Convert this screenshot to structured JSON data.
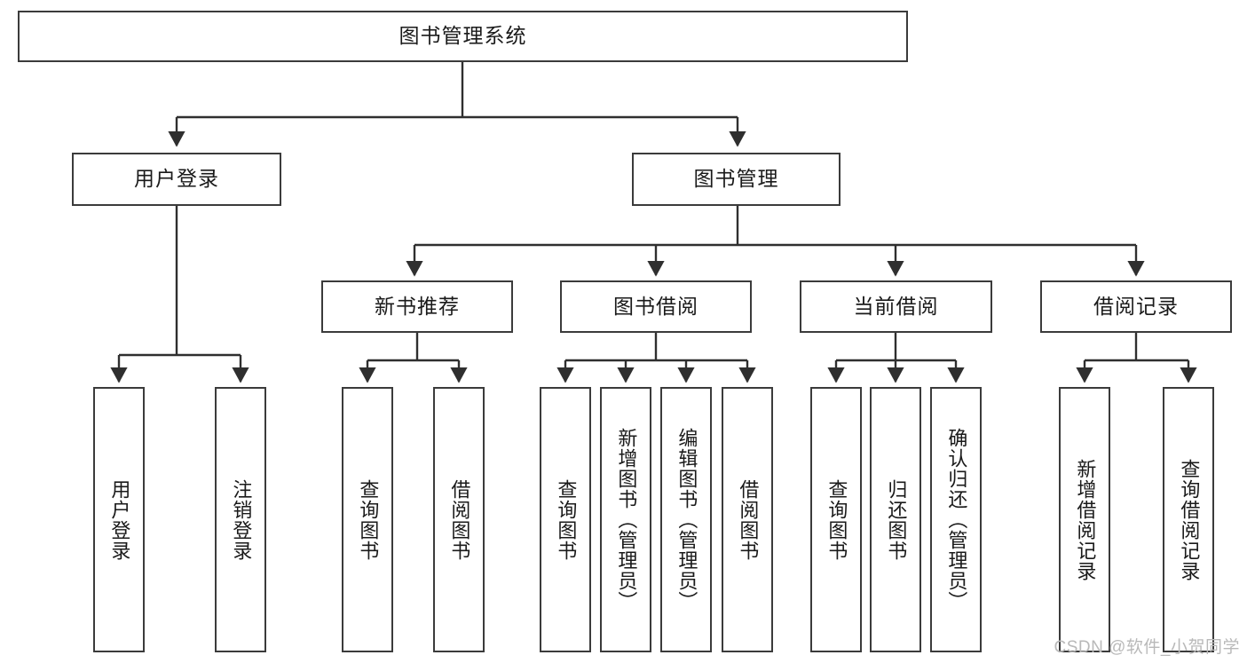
{
  "diagram": {
    "title": "图书管理系统",
    "type": "tree-hierarchy",
    "colors": {
      "box_border": "#3b3b3b",
      "box_fill": "#ffffff",
      "connector": "#2f2f2f",
      "text": "#1a1a1a",
      "watermark": "#b9b9b9",
      "background": "#ffffff"
    },
    "root": {
      "label": "图书管理系统"
    },
    "level2": [
      {
        "label": "用户登录"
      },
      {
        "label": "图书管理"
      }
    ],
    "level3": [
      {
        "label": "新书推荐"
      },
      {
        "label": "图书借阅"
      },
      {
        "label": "当前借阅"
      },
      {
        "label": "借阅记录"
      }
    ],
    "leaves": {
      "user_login": [
        {
          "label": "用户登录"
        },
        {
          "label": "注销登录"
        }
      ],
      "new_book_recommend": [
        {
          "label": "查询图书"
        },
        {
          "label": "借阅图书"
        }
      ],
      "book_borrow": [
        {
          "label": "查询图书"
        },
        {
          "label": "新增图书（管理员）"
        },
        {
          "label": "编辑图书（管理员）"
        },
        {
          "label": "借阅图书"
        }
      ],
      "current_borrow": [
        {
          "label": "查询图书"
        },
        {
          "label": "归还图书"
        },
        {
          "label": "确认归还（管理员）"
        }
      ],
      "borrow_records": [
        {
          "label": "新增借阅记录"
        },
        {
          "label": "查询借阅记录"
        }
      ]
    }
  },
  "watermark": {
    "text": "CSDN @软件_小贺同学"
  }
}
